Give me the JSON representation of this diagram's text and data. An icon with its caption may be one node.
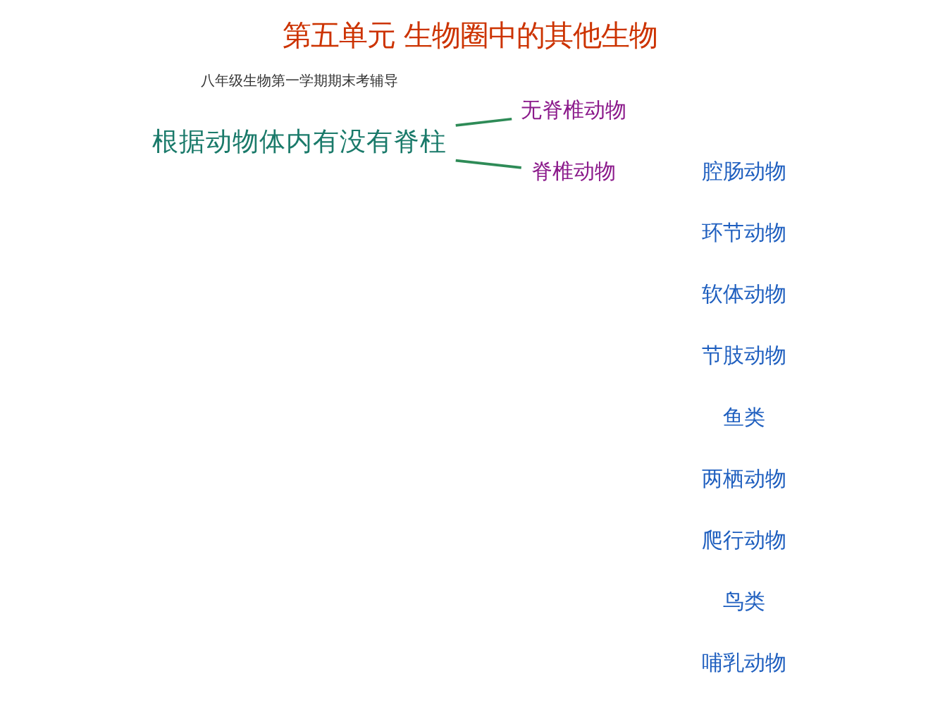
{
  "diagram": {
    "title": "第五单元 生物圈中的其他生物",
    "caption": "八年级生物第一学期期末考辅导",
    "nodes": [
      {
        "text": [
          "根据动物体内有没有脊柱"
        ]
      },
      {
        "text": [
          "无脊椎动物"
        ]
      },
      {
        "text": [
          "脊椎动物"
        ]
      }
    ],
    "edges": [
      {
        "from": 0,
        "to": 1,
        "arrow": "none"
      },
      {
        "from": 0,
        "to": 2,
        "arrow": "none"
      }
    ],
    "labels": [
      "腔肠动物",
      "环节动物",
      "软体动物",
      "节肢动物",
      "鱼类",
      "两栖动物",
      "爬行动物",
      "鸟类",
      "哺乳动物"
    ]
  }
}
